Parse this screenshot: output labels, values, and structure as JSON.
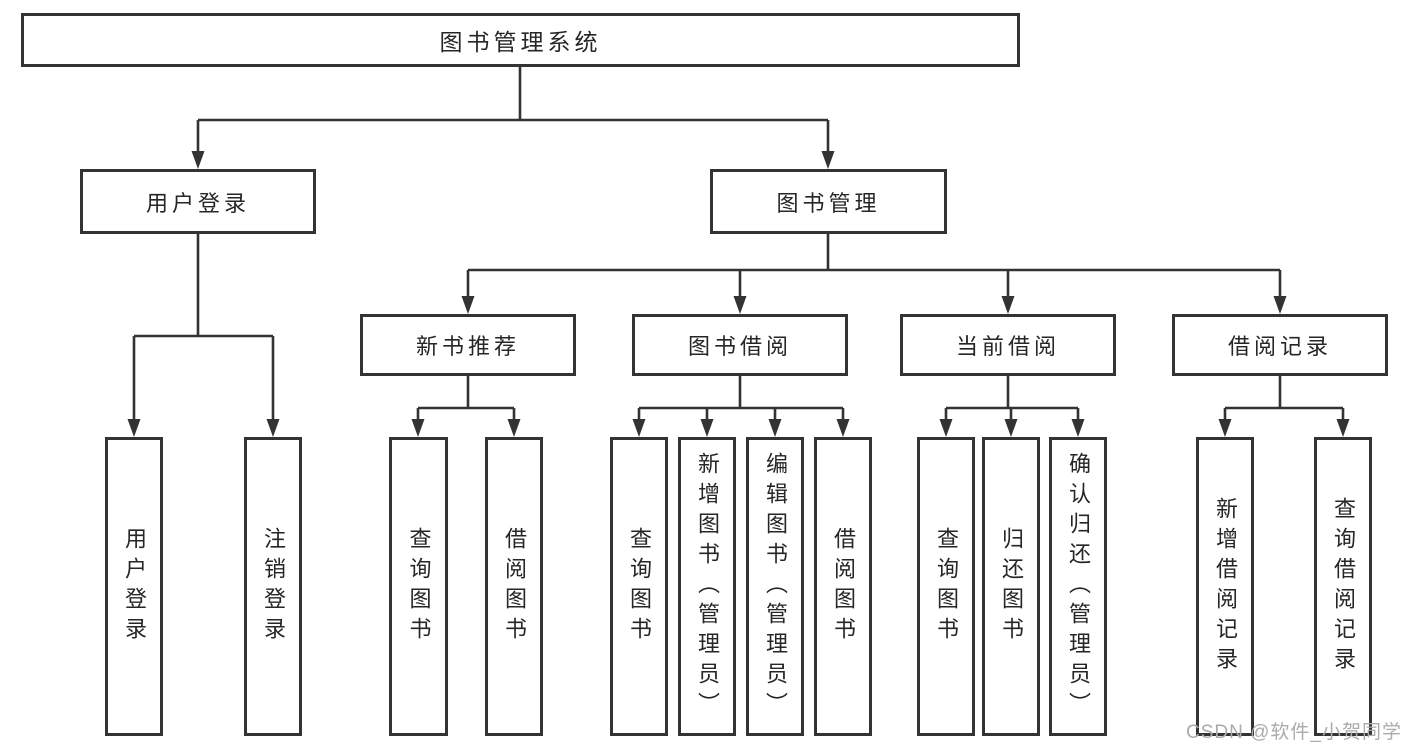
{
  "diagram": {
    "root": {
      "label": "图书管理系统"
    },
    "branches": [
      {
        "label": "用户登录",
        "children": [
          {
            "label": "用户登录"
          },
          {
            "label": "注销登录"
          }
        ]
      },
      {
        "label": "图书管理",
        "children": [
          {
            "label": "新书推荐",
            "children": [
              {
                "label": "查询图书"
              },
              {
                "label": "借阅图书"
              }
            ]
          },
          {
            "label": "图书借阅",
            "children": [
              {
                "label": "查询图书"
              },
              {
                "label": "新增图书（管理员）"
              },
              {
                "label": "编辑图书（管理员）"
              },
              {
                "label": "借阅图书"
              }
            ]
          },
          {
            "label": "当前借阅",
            "children": [
              {
                "label": "查询图书"
              },
              {
                "label": "归还图书"
              },
              {
                "label": "确认归还（管理员）"
              }
            ]
          },
          {
            "label": "借阅记录",
            "children": [
              {
                "label": "新增借阅记录"
              },
              {
                "label": "查询借阅记录"
              }
            ]
          }
        ]
      }
    ]
  },
  "watermark": {
    "text": "CSDN @软件_小贺同学"
  },
  "colors": {
    "line": "#333333",
    "text": "#262626",
    "watermark": "#ababab",
    "background": "#ffffff"
  }
}
